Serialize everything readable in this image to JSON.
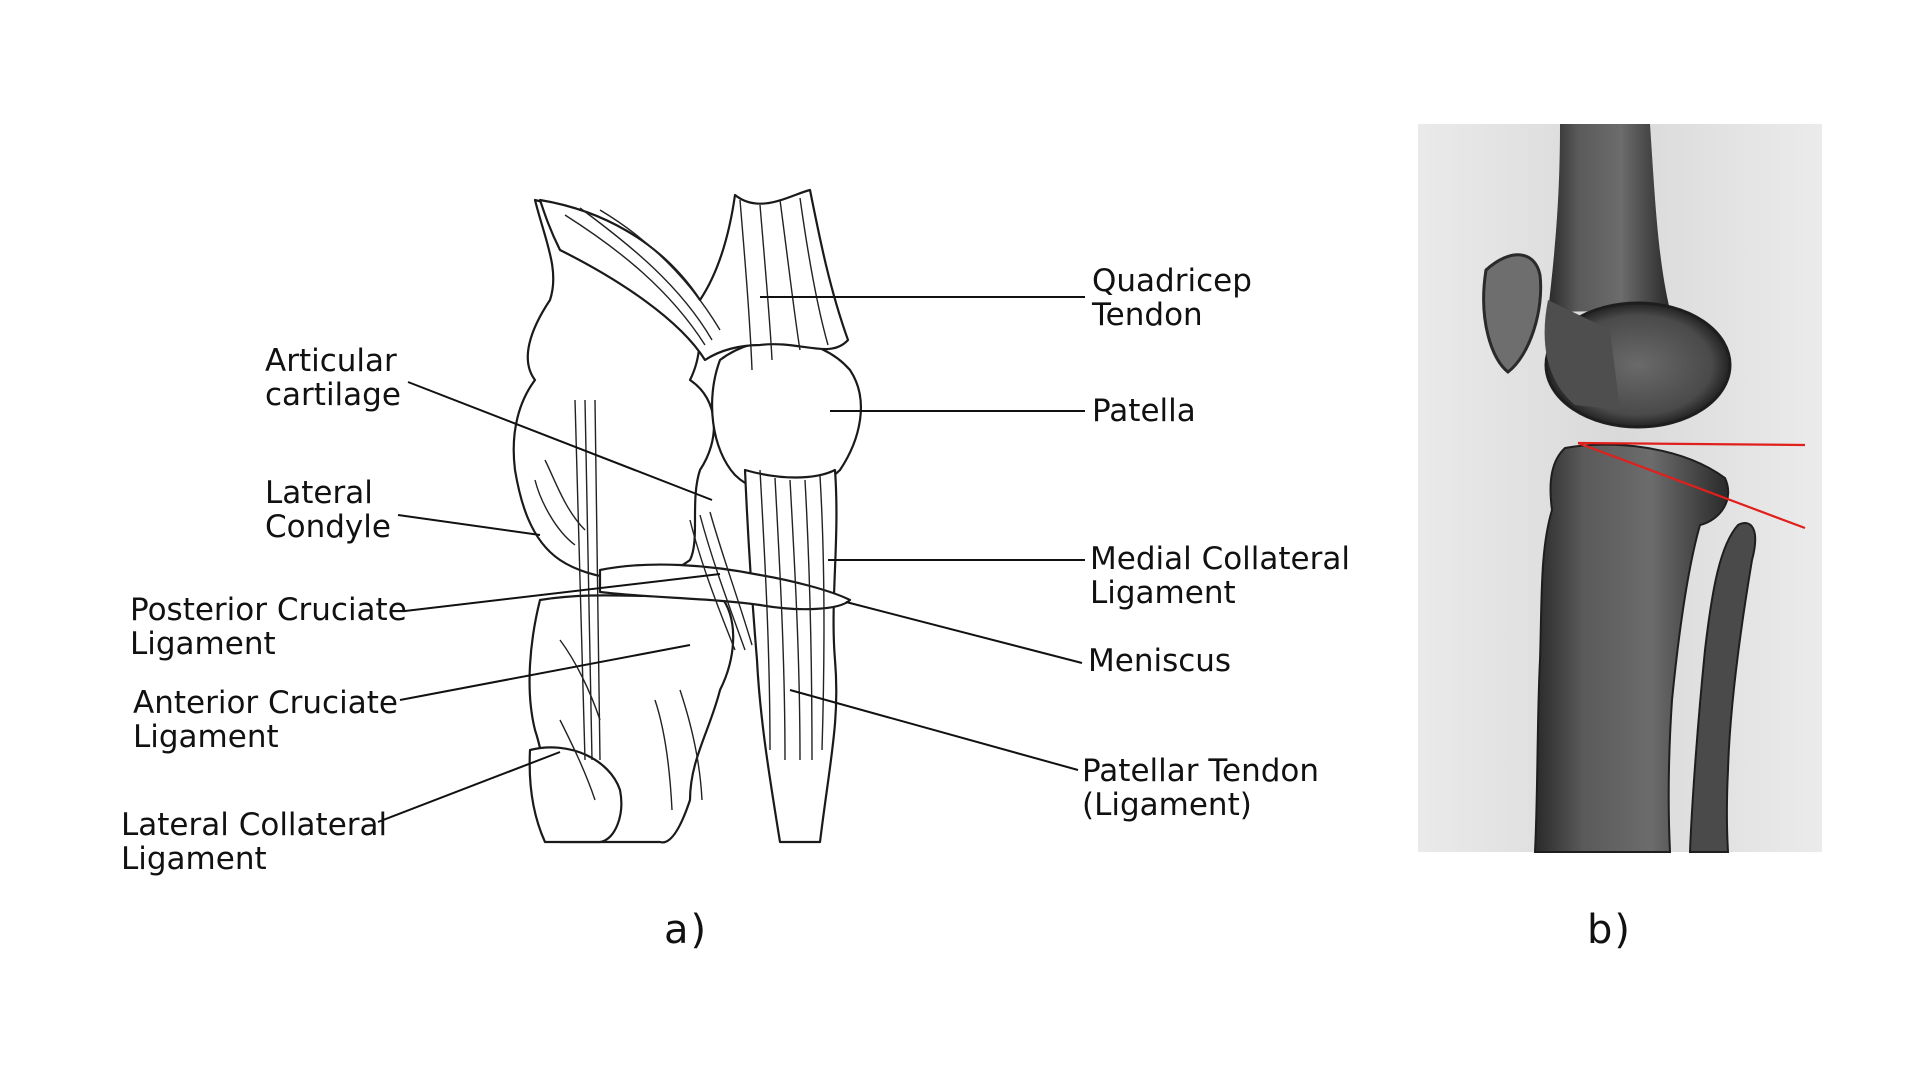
{
  "panel_a": {
    "caption": "a)",
    "labels": {
      "quadricep_tendon": [
        "Quadricep",
        "Tendon"
      ],
      "patella": [
        "Patella"
      ],
      "articular_cartilage": [
        "Articular",
        "cartilage"
      ],
      "lateral_condyle": [
        "Lateral",
        "Condyle"
      ],
      "medial_collateral_ligament": [
        "Medial Collateral",
        "Ligament"
      ],
      "posterior_cruciate_ligament": [
        "Posterior Cruciate",
        "Ligament"
      ],
      "meniscus": [
        "Meniscus"
      ],
      "anterior_cruciate_ligament": [
        "Anterior Cruciate",
        "Ligament"
      ],
      "patellar_tendon": [
        "Patellar Tendon",
        "(Ligament)"
      ],
      "lateral_collateral_ligament": [
        "Lateral Collateral",
        "Ligament"
      ]
    }
  },
  "panel_b": {
    "caption": "b)",
    "annotation_color": "#e0201c"
  },
  "colors": {
    "ink": "#111111",
    "xray_background": "#e4e4e4",
    "bone": "#3a3a3a"
  }
}
